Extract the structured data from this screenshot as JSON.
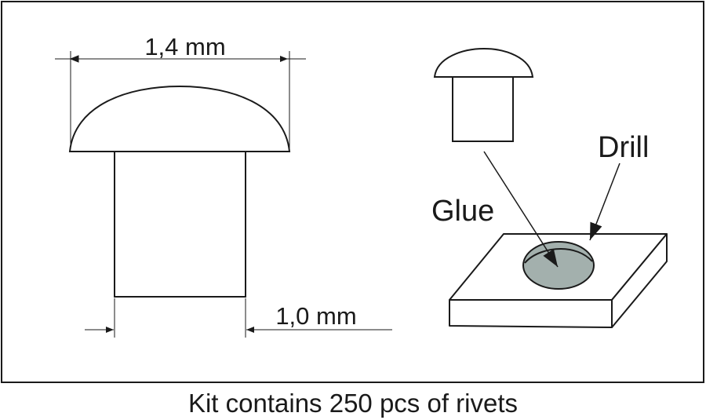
{
  "labels": {
    "head_width": "1,4 mm",
    "shank_width": "1,0 mm",
    "glue": "Glue",
    "drill": "Drill"
  },
  "caption": "Kit contains 250 pcs of rivets",
  "colors": {
    "line": "#1a1a1a",
    "glue_fill": "#a3b0ad"
  }
}
